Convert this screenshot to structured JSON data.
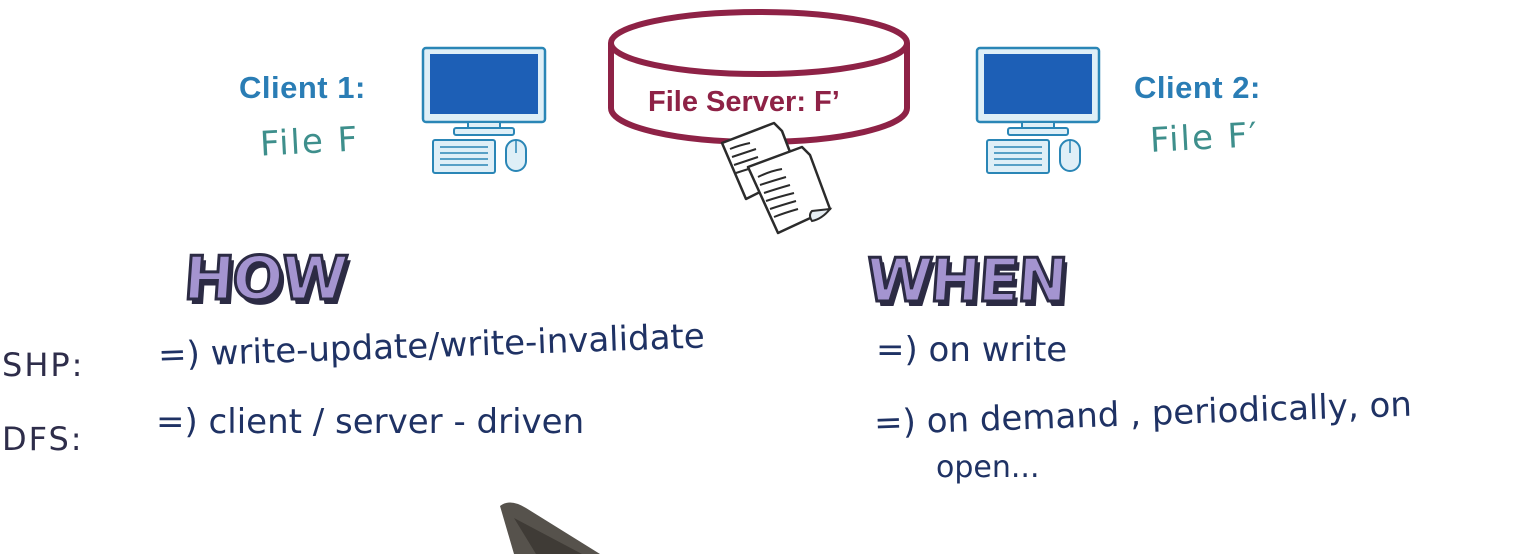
{
  "clients": [
    {
      "label": "Client 1:",
      "file": "File F",
      "icon": "computer-icon"
    },
    {
      "label": "Client 2:",
      "file": "File F′",
      "icon": "computer-icon"
    }
  ],
  "server": {
    "label": "File Server: F’",
    "icon": "database-icon",
    "doc_icon": "documents-icon"
  },
  "headings": {
    "how": "HOW",
    "when": "WHEN"
  },
  "rows": [
    {
      "label": "SHP:",
      "how": "=) write-update/write-invalidate",
      "when": "=) on write"
    },
    {
      "label": "DFS:",
      "how": "=)  client / server - driven",
      "when": "=) on demand , periodically, on",
      "when_cont": "open..."
    }
  ],
  "colors": {
    "client_label": "#2a7db5",
    "client_file": "#3e8f8c",
    "server": "#8e2246",
    "monitor_screen": "#1d5fb6",
    "heading_fill": "#a494d0",
    "heading_outline": "#2c2b44",
    "handwriting": "#1f3264"
  }
}
